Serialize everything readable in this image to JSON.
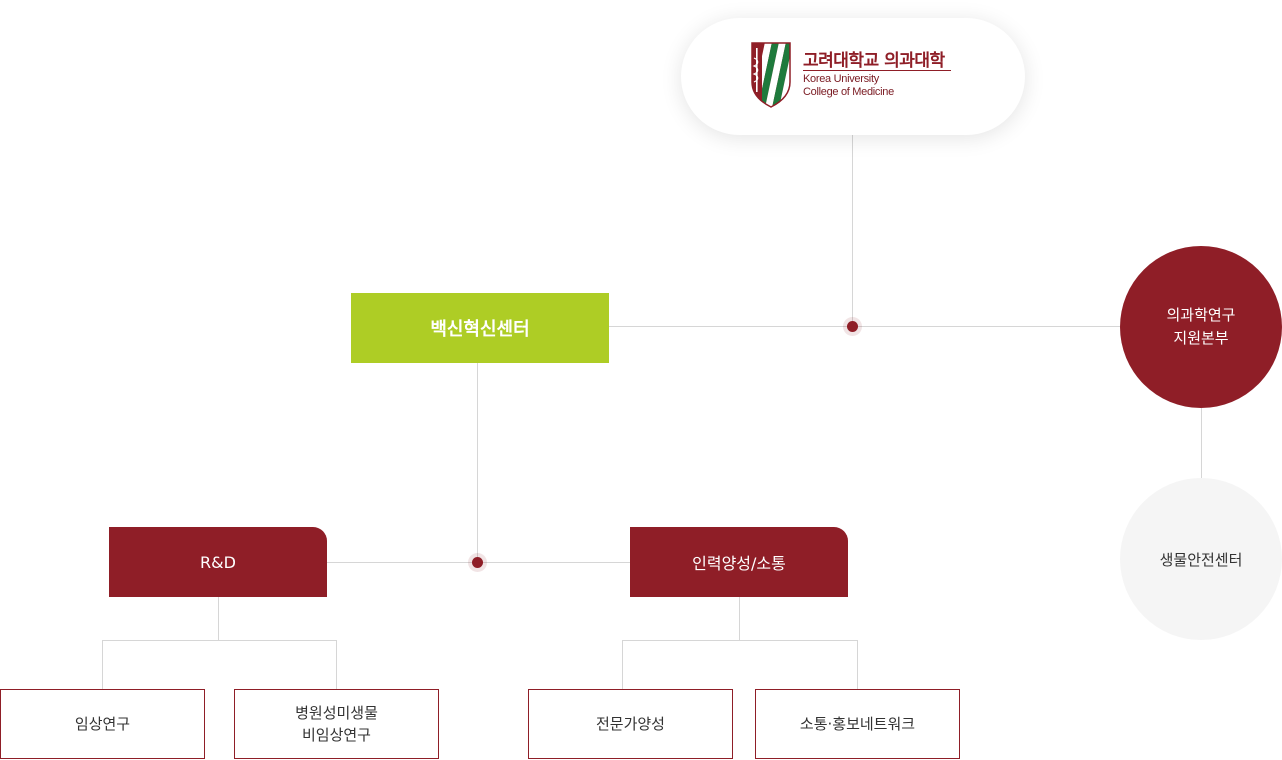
{
  "logo": {
    "korean_name": "고려대학교 의과대학",
    "english_line1": "Korea University",
    "english_line2": "College of Medicine"
  },
  "center": {
    "label": "백신혁신센터"
  },
  "support_hq": {
    "line1": "의과학연구",
    "line2": "지원본부"
  },
  "biosafety": {
    "label": "생물안전센터"
  },
  "divisions": {
    "rnd": {
      "label": "R&D"
    },
    "training": {
      "label": "인력양성/소통"
    }
  },
  "units": {
    "clinical": {
      "label": "임상연구"
    },
    "pathogen": {
      "line1": "병원성미생물",
      "line2": "비임상연구"
    },
    "expert": {
      "label": "전문가양성"
    },
    "network": {
      "label": "소통·홍보네트워크"
    }
  },
  "colors": {
    "primary": "#8f1e27",
    "accent": "#aecd25",
    "connector": "#d6d6d6"
  }
}
